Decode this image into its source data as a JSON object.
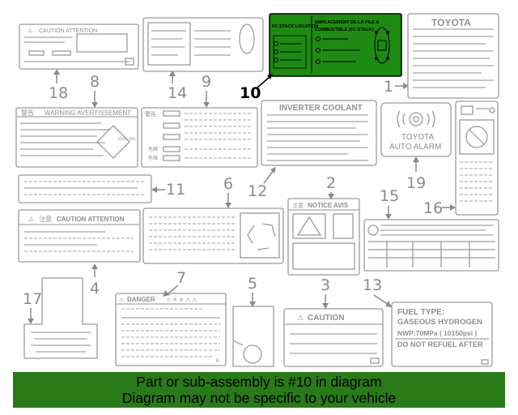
{
  "callouts": {
    "c1": "1",
    "c2": "2",
    "c3": "3",
    "c4": "4",
    "c5": "5",
    "c6": "6",
    "c7": "7",
    "c8": "8",
    "c9": "9",
    "c10": "10",
    "c11": "11",
    "c12": "12",
    "c13": "13",
    "c14": "14",
    "c15": "15",
    "c16": "16",
    "c17": "17",
    "c18": "18",
    "c19": "19"
  },
  "labels": {
    "caution_attention_small": "CAUTION ATTENTION",
    "fc_stack_location": "FC STACK LOCATION",
    "fc_stack_fr_1": "EMPLACEMENT DE LA PILE A",
    "fc_stack_fr_2": "COMBUSTIBLE (FC STACK)",
    "toyota_brand": "TOYOTA",
    "warning_avertissement": "WARNING AVERTISSEMENT",
    "warning_jp": "警告",
    "full_on": "FULL ON",
    "kiken": "危険",
    "inverter_coolant": "INVERTER COOLANT",
    "toyota_auto_alarm_1": "TOYOTA",
    "toyota_auto_alarm_2": "AUTO ALARM",
    "notice_avis": "NOTICE AVIS",
    "chui": "注意",
    "caution_attention": "CAUTION ATTENTION",
    "danger": "DANGER",
    "caution": "CAUTION",
    "fuel_type": "FUEL TYPE:",
    "gaseous_hydrogen": "GASEOUS HYDROGEN",
    "nwp": "NWP:70MPa ( 10150psi )",
    "do_not_refuel": "DO NOT REFUEL AFTER",
    "small_b": "B"
  },
  "banner": {
    "line1": "Part or sub-assembly is #10 in diagram",
    "line2": "Diagram may not be specific to your vehicle"
  },
  "colors": {
    "highlight_fill": "#1e8a12",
    "banner_bg": "#2a7a1a",
    "outline_gray": "#9a9a9a"
  }
}
